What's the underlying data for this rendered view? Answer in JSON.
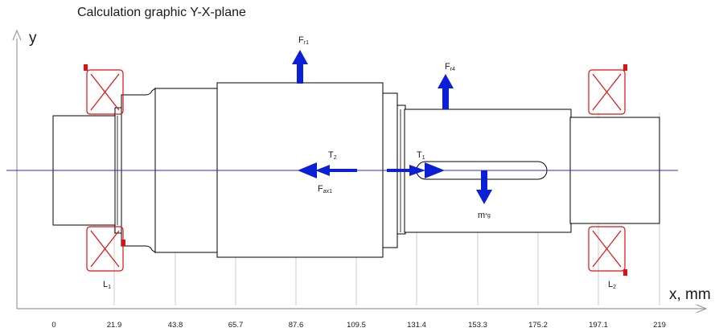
{
  "title": "Calculation graphic Y-X-plane",
  "axes": {
    "y_label": "y",
    "x_label": "x, mm"
  },
  "x_ticks": [
    "0",
    "21.9",
    "43.8",
    "65.7",
    "87.6",
    "109.5",
    "131.4",
    "153.3",
    "175.2",
    "197.1",
    "219"
  ],
  "bearings": {
    "left_label": "L",
    "left_sub": "1",
    "right_label": "L",
    "right_sub": "2"
  },
  "forces": {
    "fr1": {
      "main": "F",
      "sub": "r1"
    },
    "fr4": {
      "main": "F",
      "sub": "r4"
    },
    "fax1": {
      "main": "F",
      "sub": "ax1"
    },
    "t2": {
      "main": "T",
      "sub": "2"
    },
    "t1": {
      "main": "T",
      "sub": "1"
    },
    "mg": {
      "main": "m",
      "sub": "*g"
    }
  },
  "colors": {
    "shaft": "#000000",
    "force_arrow": "#0a1fd6",
    "centerline": "#2b2bd9",
    "bearing": "#e01010",
    "grid": "#cccccc",
    "axis": "#999999"
  }
}
